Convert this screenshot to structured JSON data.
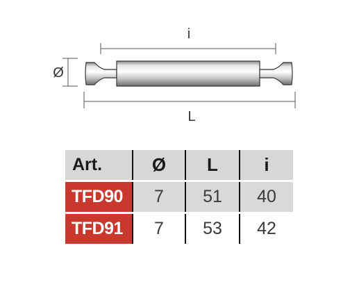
{
  "drawing": {
    "dim_i_label": "i",
    "dim_L_label": "L",
    "dim_d_label": "Ø"
  },
  "table": {
    "headers": [
      "Art.",
      "Ø",
      "L",
      "i"
    ],
    "rows": [
      {
        "art": "TFD90",
        "d": "7",
        "L": "51",
        "i": "40"
      },
      {
        "art": "TFD91",
        "d": "7",
        "L": "53",
        "i": "42"
      }
    ]
  },
  "colors": {
    "article_cell": "#c8382e",
    "header_bg": "#d7d7d7",
    "stripe_bg": "#d9d9d9"
  }
}
